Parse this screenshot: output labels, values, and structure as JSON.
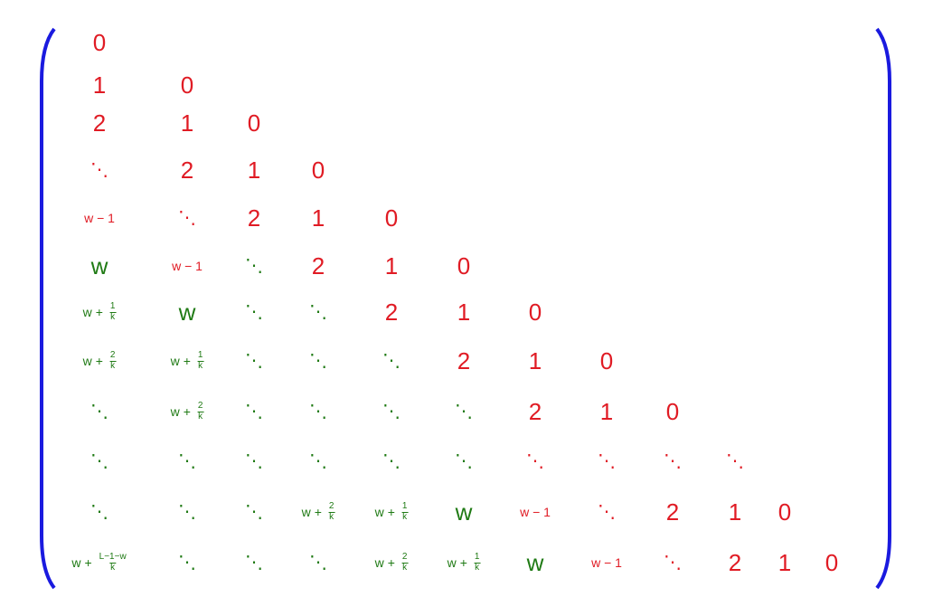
{
  "bracket_color": "#1a1adf",
  "colors": {
    "red": "#e01b24",
    "green": "#1f7a14"
  },
  "tokens": {
    "zero": "0",
    "one": "1",
    "two": "2",
    "wm1": "w − 1",
    "w": "w",
    "w_var": "w",
    "plus": "+",
    "k": "k",
    "frac1": "1",
    "frac2": "2",
    "fracL": "L−1−w",
    "dots": "⋱"
  },
  "matrix": {
    "rows": [
      [
        "0"
      ],
      [
        "1",
        "0"
      ],
      [
        "2",
        "1",
        "0"
      ],
      [
        "⋱",
        "2",
        "1",
        "0"
      ],
      [
        "w−1",
        "⋱",
        "2",
        "1",
        "0"
      ],
      [
        "w",
        "w−1",
        "⋱",
        "2",
        "1",
        "0"
      ],
      [
        "w+1/k",
        "w",
        "⋱",
        "⋱",
        "2",
        "1",
        "0"
      ],
      [
        "w+2/k",
        "w+1/k",
        "⋱",
        "⋱",
        "⋱",
        "2",
        "1",
        "0"
      ],
      [
        "⋱",
        "w+2/k",
        "⋱",
        "⋱",
        "⋱",
        "⋱",
        "2",
        "1",
        "0"
      ],
      [
        "⋱",
        "⋱",
        "⋱",
        "⋱",
        "⋱",
        "⋱",
        "⋱",
        "⋱",
        "⋱",
        "⋱"
      ],
      [
        "⋱",
        "⋱",
        "⋱",
        "w+2/k",
        "w+1/k",
        "w",
        "w−1",
        "⋱",
        "2",
        "1",
        "0"
      ],
      [
        "w+(L−1−w)/k",
        "⋱",
        "⋱",
        "⋱",
        "w+2/k",
        "w+1/k",
        "w",
        "w−1",
        "⋱",
        "2",
        "1",
        "0"
      ]
    ]
  }
}
